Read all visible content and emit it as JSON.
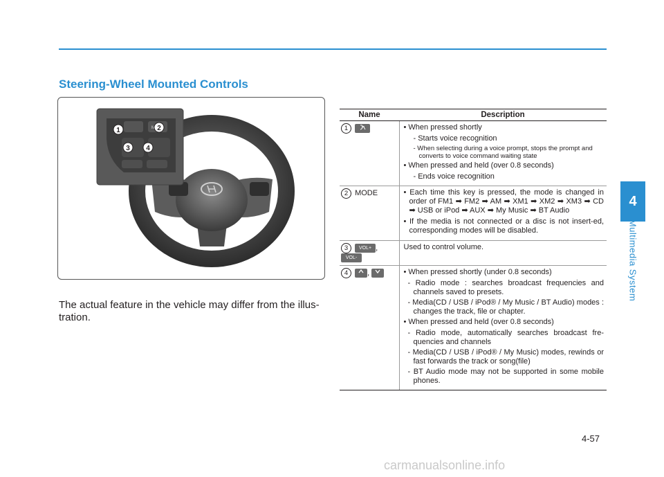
{
  "section_title": "Steering-Wheel Mounted Controls",
  "figure_callouts": [
    "1",
    "2",
    "3",
    "4"
  ],
  "caption": "The actual feature in the vehicle may differ from the illus-tration.",
  "table": {
    "headers": {
      "name": "Name",
      "description": "Description"
    },
    "rows": [
      {
        "num": "1",
        "key_icon": "voice-recognition-icon",
        "bullets": [
          {
            "text": "• When pressed shortly"
          },
          {
            "text": "- Starts voice recognition",
            "dash": true
          },
          {
            "text": "- When selecting during a voice prompt, stops the prompt and converts to voice command waiting state",
            "dash": true,
            "small": true
          },
          {
            "text": "• When pressed and held (over 0.8 seconds)"
          },
          {
            "text": "- Ends voice recognition",
            "dash": true
          }
        ]
      },
      {
        "num": "2",
        "label": "MODE",
        "bullets": [
          {
            "text": "• Each time this key is pressed, the mode is changed in order of FM1 ➡ FM2 ➡ AM ➡ XM1 ➡ XM2 ➡ XM3 ➡ CD ➡ USB or iPod ➡ AUX ➡ My Music ➡ BT Audio"
          },
          {
            "text": "• If the media is not connected or a disc is not insert-ed, corresponding modes will be disabled."
          }
        ]
      },
      {
        "num": "3",
        "keys": [
          "VOL+",
          "VOL-"
        ],
        "separator": ",",
        "description": "Used to control volume."
      },
      {
        "num": "4",
        "key_icons": [
          "chevron-up-icon",
          "chevron-down-icon"
        ],
        "separator": ",",
        "bullets": [
          {
            "text": "• When pressed shortly (under 0.8 seconds)"
          },
          {
            "text": "- Radio mode : searches broadcast frequencies and channels saved to presets.",
            "dash": true
          },
          {
            "text": "- Media(CD / USB / iPod® / My Music / BT Audio) modes : changes the track, file or chapter.",
            "dash": true
          },
          {
            "text": "• When pressed and held (over 0.8 seconds)"
          },
          {
            "text": "- Radio mode, automatically searches broadcast fre-quencies and channels",
            "dash": true
          },
          {
            "text": "- Media(CD / USB / iPod® / My Music) modes, rewinds or fast forwards the track or song(file)",
            "dash": true
          },
          {
            "text": "- BT Audio mode may not be supported in some mobile phones.",
            "dash": true
          }
        ]
      }
    ]
  },
  "side_tab": {
    "number": "4",
    "label": "Multimedia System"
  },
  "page_number": "4-57",
  "watermark": "carmanualsonline.info",
  "colors": {
    "accent": "#2a8fd0",
    "key_bg": "#6b6b6b",
    "text": "#231f20"
  }
}
